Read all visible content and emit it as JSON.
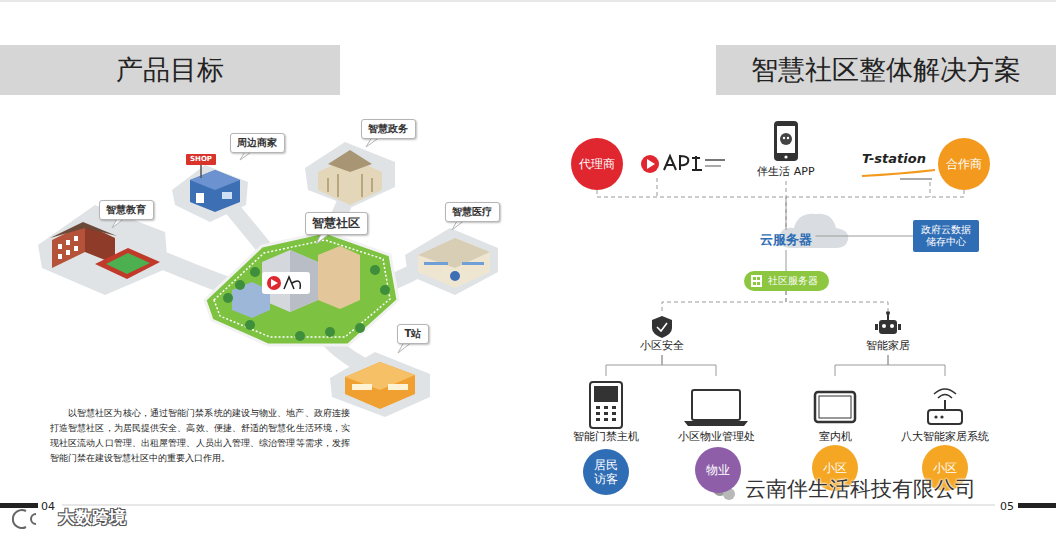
{
  "diagram": {
    "nodes": [
      {
        "text": [
          "产品目标"
        ]
      },
      {
        "text": [
          "智慧社区整体解决方案"
        ]
      },
      {
        "text": [
          "周边商家"
        ]
      },
      {
        "text": [
          "智慧政务"
        ]
      },
      {
        "text": [
          "智慧教育"
        ]
      },
      {
        "text": [
          "智慧社区"
        ]
      },
      {
        "text": [
          "智慧医疗"
        ]
      },
      {
        "text": [
          "T站"
        ]
      },
      {
        "text": [
          "代理商"
        ]
      },
      {
        "text": [
          "伴生活 APP"
        ]
      },
      {
        "text": [
          "合作商"
        ]
      },
      {
        "text": [
          "云服务器"
        ]
      },
      {
        "text": [
          "政府云数据 储存中心"
        ]
      },
      {
        "text": [
          "社区服务器"
        ]
      },
      {
        "text": [
          "小区安全"
        ]
      },
      {
        "text": [
          "智能家居"
        ]
      },
      {
        "text": [
          "智能门禁主机"
        ]
      },
      {
        "text": [
          "小区物业管理处"
        ]
      },
      {
        "text": [
          "室内机"
        ]
      },
      {
        "text": [
          "八大智能家居系统"
        ]
      },
      {
        "text": [
          "居民 访客"
        ]
      },
      {
        "text": [
          "物业"
        ]
      },
      {
        "text": [
          "小区"
        ]
      },
      {
        "text": [
          "小区"
        ]
      }
    ],
    "edges": [
      {
        "from": 8,
        "to": 11,
        "arrow": "none"
      },
      {
        "from": 9,
        "to": 11,
        "arrow": "none"
      },
      {
        "from": 10,
        "to": 11,
        "arrow": "none"
      },
      {
        "from": 12,
        "to": 11,
        "arrow": "none"
      },
      {
        "from": 11,
        "to": 13,
        "arrow": "none"
      },
      {
        "from": 13,
        "to": 14,
        "arrow": "none"
      },
      {
        "from": 13,
        "to": 15,
        "arrow": "none"
      },
      {
        "from": 14,
        "to": 16,
        "arrow": "none"
      },
      {
        "from": 14,
        "to": 17,
        "arrow": "none"
      },
      {
        "from": 15,
        "to": 18,
        "arrow": "none"
      },
      {
        "from": 15,
        "to": 19,
        "arrow": "none"
      }
    ],
    "labels": [
      "SHOP",
      "T-station",
      "以智慧社区为核心，通过智能门禁系统的建设与物业、地产、政府连接打造智慧社区，为居民提供安全、高效、便捷、舒适的智慧化生活环境，实现社区流动人口管理、出租屋管理、人员出入管理、综治管理等需求，发挥智能门禁在建设智慧社区中的重要入口作用。",
      "04",
      "05",
      "大数跨境",
      "云南伴生活科技有限公司"
    ]
  }
}
